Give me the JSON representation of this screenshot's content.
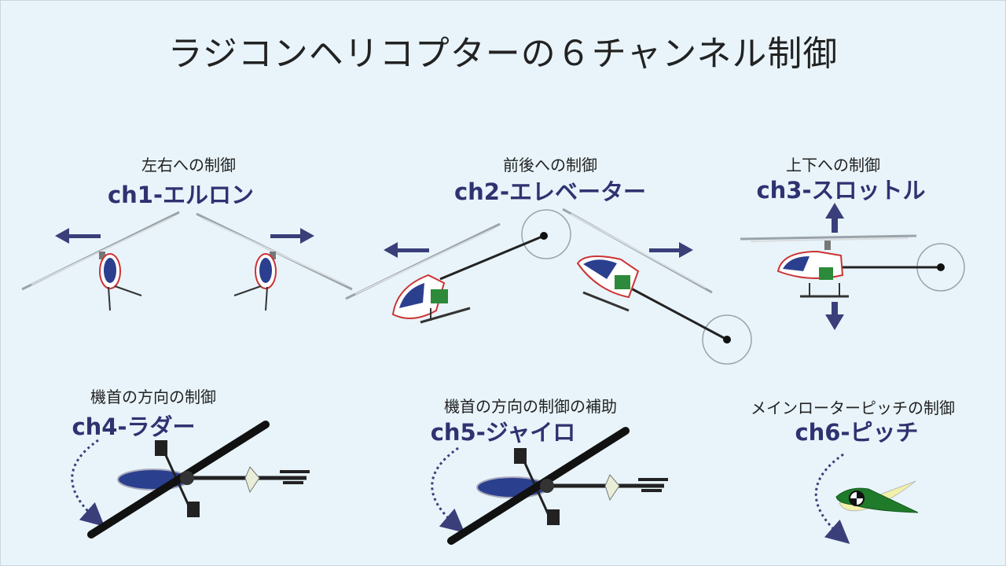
{
  "title": "ラジコンヘリコプターの６チャンネル制御",
  "channels": [
    {
      "id": "ch1",
      "subtitle": "左右への制御",
      "label": "ch1-エルロン"
    },
    {
      "id": "ch2",
      "subtitle": "前後への制御",
      "label": "ch2-エレベーター"
    },
    {
      "id": "ch3",
      "subtitle": "上下への制御",
      "label": "ch3-スロットル"
    },
    {
      "id": "ch4",
      "subtitle": "機首の方向の制御",
      "label": "ch4-ラダー"
    },
    {
      "id": "ch5",
      "subtitle": "機首の方向の制御の補助",
      "label": "ch5-ジャイロ"
    },
    {
      "id": "ch6",
      "subtitle": "メインローターピッチの制御",
      "label": "ch6-ピッチ"
    }
  ],
  "colors": {
    "background": "#e8f4fa",
    "arrow": "#3a3f7a",
    "label": "#2f3270",
    "canopy": "#2b3f8f",
    "blade": "#111111",
    "pitch_green": "#1f7a2a",
    "pitch_yellow": "#f3f0a8"
  }
}
